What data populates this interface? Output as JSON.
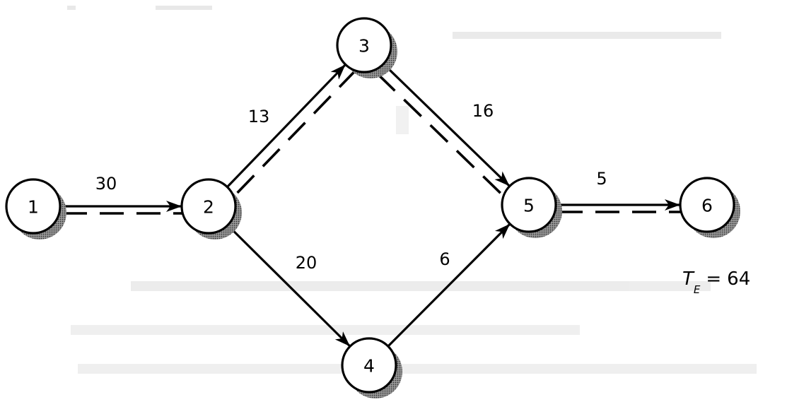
{
  "nodes": [
    {
      "id": "1",
      "label": "1"
    },
    {
      "id": "2",
      "label": "2"
    },
    {
      "id": "3",
      "label": "3"
    },
    {
      "id": "4",
      "label": "4"
    },
    {
      "id": "5",
      "label": "5"
    },
    {
      "id": "6",
      "label": "6"
    }
  ],
  "edges": [
    {
      "from": "1",
      "to": "2",
      "label": "30",
      "critical": true
    },
    {
      "from": "2",
      "to": "3",
      "label": "13",
      "critical": true
    },
    {
      "from": "2",
      "to": "4",
      "label": "20",
      "critical": false
    },
    {
      "from": "3",
      "to": "5",
      "label": "16",
      "critical": true
    },
    {
      "from": "4",
      "to": "5",
      "label": "6",
      "critical": false
    },
    {
      "from": "5",
      "to": "6",
      "label": "5",
      "critical": true
    }
  ],
  "total_time": {
    "symbol": "T",
    "subscript": "E",
    "relation": "=",
    "value": "64"
  },
  "colors": {
    "line": "#000000",
    "node_fill": "#ffffff",
    "shadow": "#6e6e6e",
    "critical_path_dash": "#000000"
  }
}
